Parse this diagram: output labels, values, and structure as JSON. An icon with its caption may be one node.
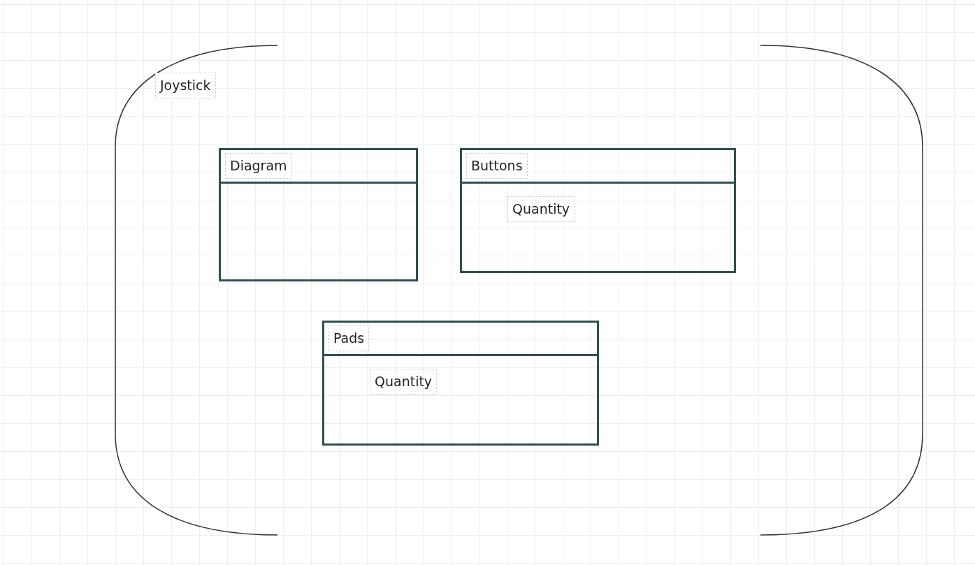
{
  "diagram": {
    "nodes": [
      {
        "text": [
          "Joystick"
        ]
      },
      {
        "text": [
          "Diagram"
        ],
        "in": 0
      },
      {
        "text": [
          "Buttons",
          "Quantity"
        ],
        "in": 0
      },
      {
        "text": [
          "Pads",
          "Quantity"
        ],
        "in": 0
      }
    ]
  }
}
